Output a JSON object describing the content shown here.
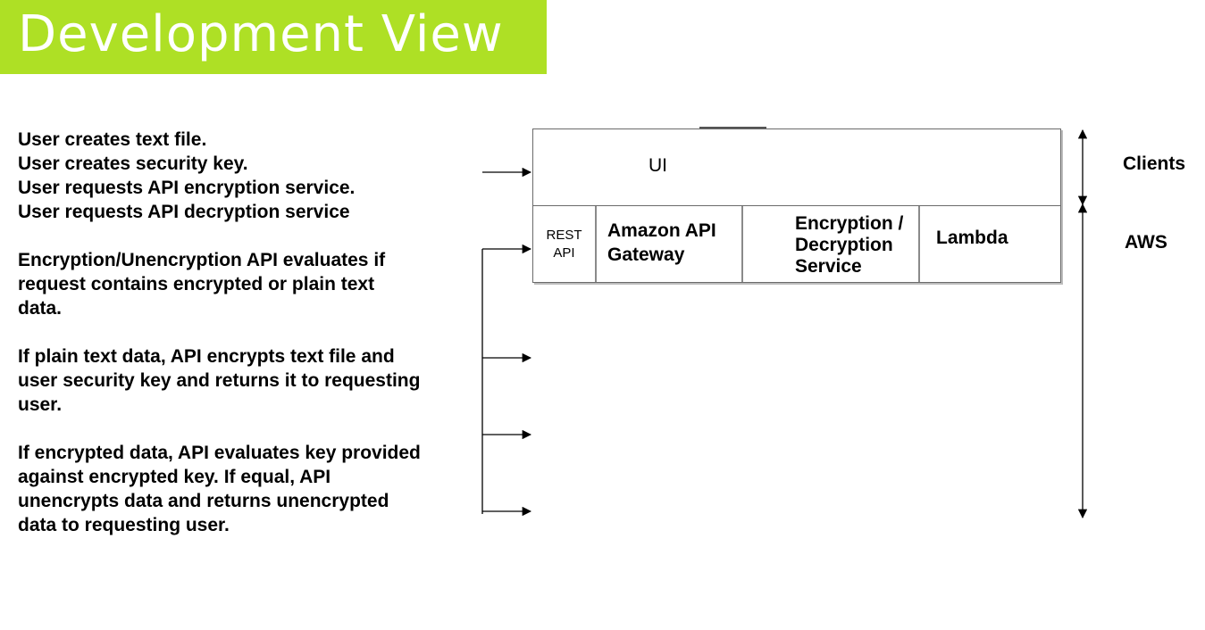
{
  "title": "Development View",
  "steps": [
    [
      "User creates text file.",
      "User creates security key.",
      "User requests API encryption service.",
      "User requests API decryption service"
    ],
    [
      "Encryption/Unencryption API evaluates if",
      "request contains encrypted or plain text",
      "data."
    ],
    [
      "If plain text data, API encrypts text file and",
      "user security key and returns it to requesting",
      "user."
    ],
    [
      "If encrypted data, API evaluates key provided",
      "against encrypted key.  If equal, API",
      "unencrypts data and returns unencrypted",
      "data to requesting user."
    ]
  ],
  "layers": {
    "ui": "UI",
    "rest_api": [
      "REST",
      "API"
    ],
    "gateway": [
      "Amazon API",
      "Gateway"
    ],
    "encdec": [
      "Encryption /",
      "Decryption",
      "Service"
    ],
    "lambda": "Lambda"
  },
  "side_labels": {
    "clients": "Clients",
    "aws": "AWS"
  }
}
